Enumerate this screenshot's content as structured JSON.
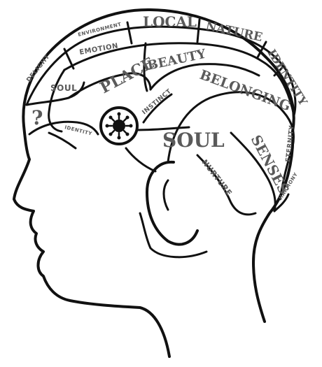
{
  "labels": {
    "environment": "ENVIRONMENT",
    "local": "LOCAL",
    "nature": "NATURE",
    "emotion": "EMOTION",
    "delight": "DELIGHT",
    "place": "PLACE",
    "beauty": "BEAUTY",
    "identity_top": "IDENTITY",
    "belonging": "BELONGING",
    "soul_small": "SOUL",
    "instinct": "INSTINCT",
    "question": "?",
    "identity_small": "IDENTITY",
    "soul_big": "SOUL",
    "eternity": "ETERNITY",
    "senses": "SENSES",
    "nurture": "NURTURE",
    "harmony": "HARMONY"
  },
  "colors": {
    "ink": "#111111",
    "label": "#5a5a5a",
    "background": "#ffffff"
  },
  "icons": {
    "center": "virus-icon"
  }
}
